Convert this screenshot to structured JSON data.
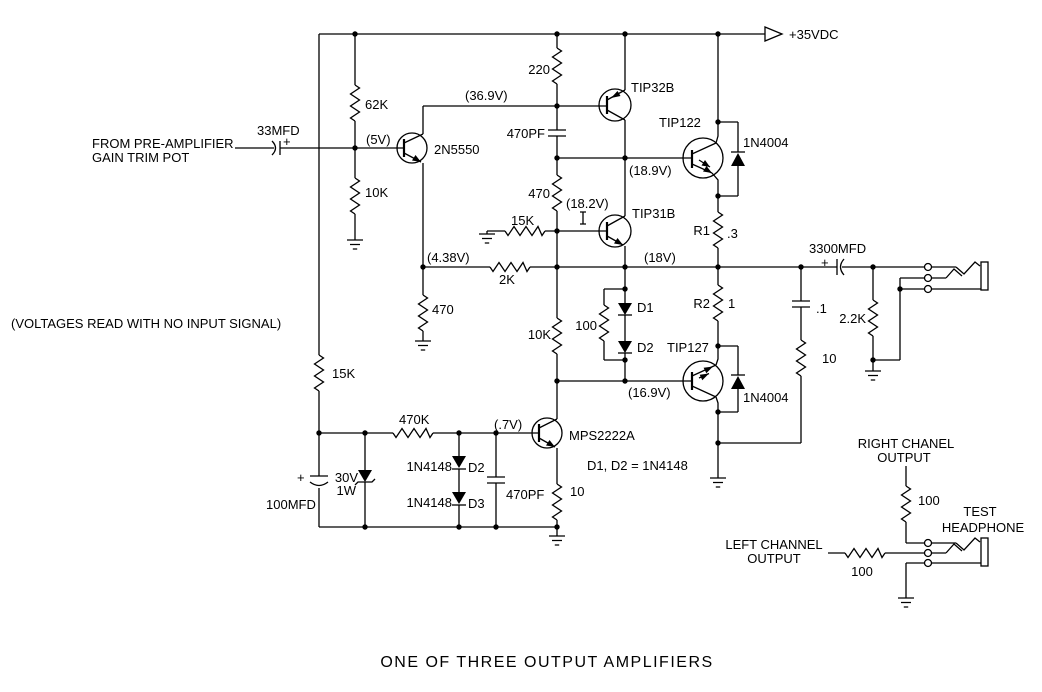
{
  "title": "ONE OF THREE OUTPUT AMPLIFIERS",
  "notes": {
    "source_line1": "FROM PRE-AMPLIFIER",
    "source_line2": "GAIN TRIM POT",
    "voltages_note": "(VOLTAGES READ WITH NO INPUT SIGNAL)",
    "diode_note": "D1, D2 = 1N4148",
    "polarity_plus": "+"
  },
  "power": {
    "rail": "+35VDC"
  },
  "voltages": {
    "input_base": "(5V)",
    "predriver_collector": "(36.9V)",
    "top_driver_node": "(18.9V)",
    "driver_base": "(18.2V)",
    "feedback_node": "(4.38V)",
    "output_node": "(18V)",
    "bottom_driver_node": "(16.9V)",
    "bias_base": "(.7V)"
  },
  "parts": {
    "c_in": "33MFD",
    "r_bias_top": "62K",
    "r_bias_bot": "10K",
    "q_input": "2N5550",
    "r_load": "220",
    "c_comp": "470PF",
    "q_pnp_driver": "TIP32B",
    "q_out_top": "TIP122",
    "d_clamp_top": "1N4004",
    "r_inter": "470",
    "r_base_gnd": "15K",
    "q_npn_driver": "TIP31B",
    "r1_ref": "R1",
    "r1_val": ".3",
    "r2_ref": "R2",
    "r2_val": "1",
    "r_fb_series": "2K",
    "r_fb_gnd": "470",
    "r_10k_bias": "10K",
    "r_100_bias": "100",
    "d1_ref": "D1",
    "d2_ref": "D2",
    "q_out_bot": "TIP127",
    "d_clamp_bot": "1N4004",
    "c_out": "3300MFD",
    "c_zobel": ".1",
    "r_zobel": "10",
    "r_load_out": "2.2K",
    "r_15k_tail": "15K",
    "r_470k": "470K",
    "zener_v": "30V",
    "zener_w": "1W",
    "c_filter": "100MFD",
    "d2_type": "1N4148",
    "d2_name": "D2",
    "d3_type": "1N4148",
    "d3_name": "D3",
    "q_bias": "MPS2222A",
    "c_bias": "470PF",
    "r_emitter": "10",
    "r_right_ch": "100",
    "r_left_ch": "100"
  },
  "outputs": {
    "right1": "RIGHT CHANEL",
    "right2": "OUTPUT",
    "left1": "LEFT CHANNEL",
    "left2": "OUTPUT",
    "test1": "TEST",
    "test2": "HEADPHONE"
  }
}
